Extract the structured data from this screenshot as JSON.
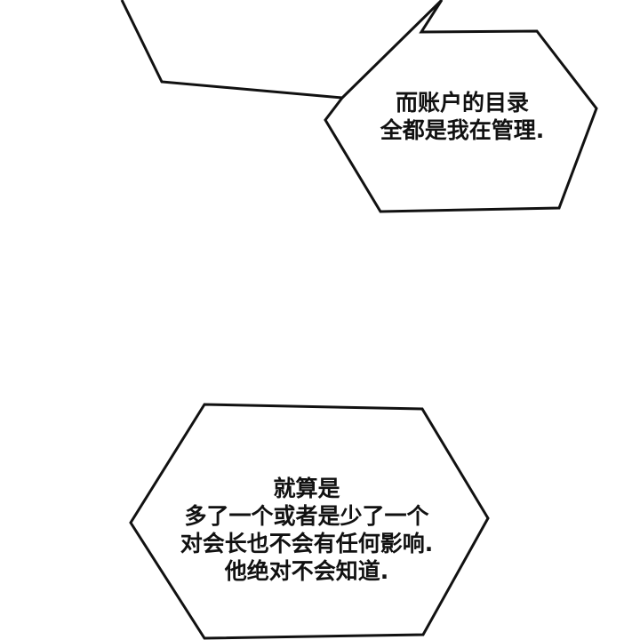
{
  "bubbles": [
    {
      "lines": [
        "而账户的目录",
        "全都是我在管理."
      ]
    },
    {
      "lines": [
        "就算是",
        "多了一个或者是少了一个",
        "对会长也不会有任何影响.",
        "他绝对不会知道."
      ]
    }
  ],
  "colors": {
    "background": "#ffffff",
    "outline": "#111111",
    "text": "#111111"
  }
}
